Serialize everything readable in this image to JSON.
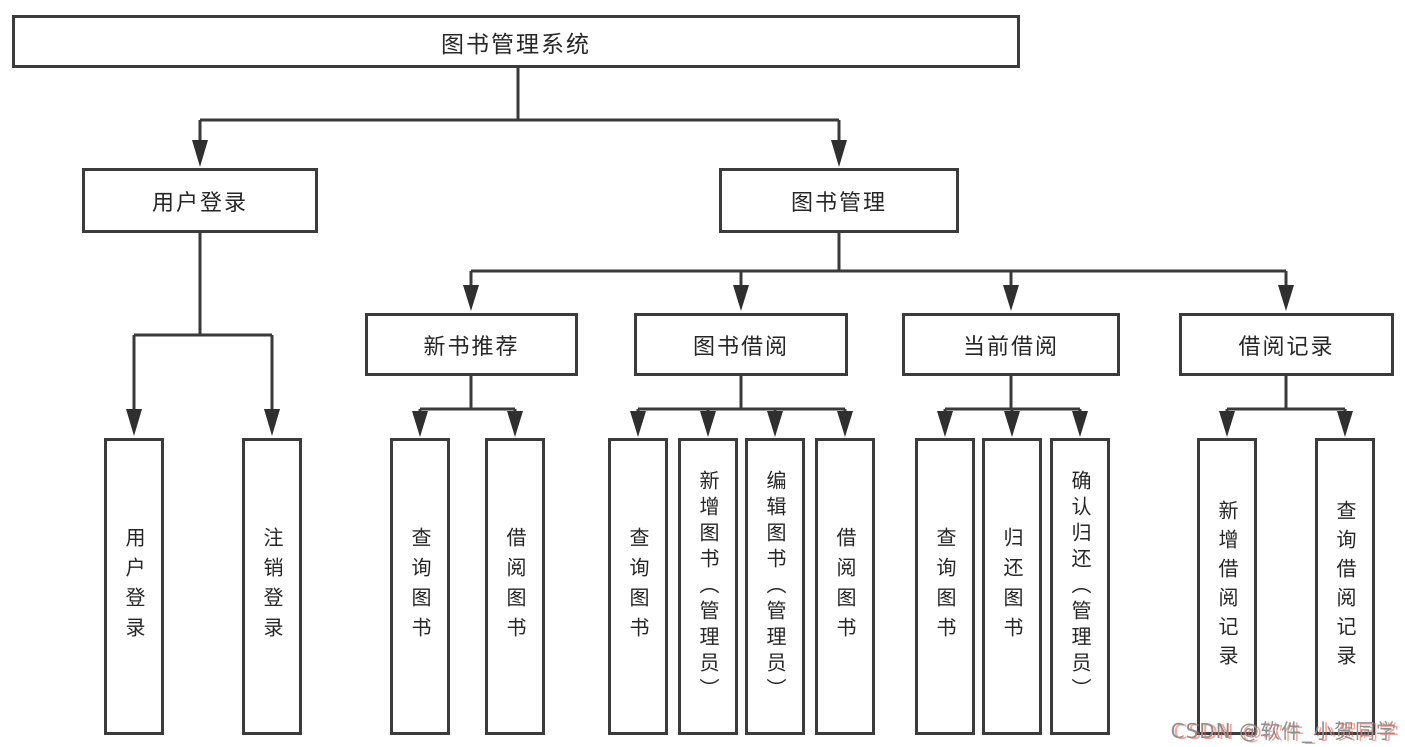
{
  "tree": {
    "root": {
      "label": "图书管理系统"
    },
    "user_login_branch": {
      "label": "用户登录",
      "children": [
        {
          "label": "用户登录"
        },
        {
          "label": "注销登录"
        }
      ]
    },
    "book_mgmt_branch": {
      "label": "图书管理",
      "sections": [
        {
          "label": "新书推荐",
          "children": [
            {
              "label": "查询图书"
            },
            {
              "label": "借阅图书"
            }
          ]
        },
        {
          "label": "图书借阅",
          "children": [
            {
              "label": "查询图书"
            },
            {
              "label": "新增图书（管理员）"
            },
            {
              "label": "编辑图书（管理员）"
            },
            {
              "label": "借阅图书"
            }
          ]
        },
        {
          "label": "当前借阅",
          "children": [
            {
              "label": "查询图书"
            },
            {
              "label": "归还图书"
            },
            {
              "label": "确认归还（管理员）"
            }
          ]
        },
        {
          "label": "借阅记录",
          "children": [
            {
              "label": "新增借阅记录"
            },
            {
              "label": "查询借阅记录"
            }
          ]
        }
      ]
    }
  },
  "watermark": {
    "text": "CSDN @软件_小贺同学"
  },
  "colors": {
    "line": "#3a3a3a",
    "arrow": "#2f2f2f",
    "text": "#262626",
    "watermark_gray": "#8f8f8f",
    "watermark_red": "#f05a4a"
  }
}
